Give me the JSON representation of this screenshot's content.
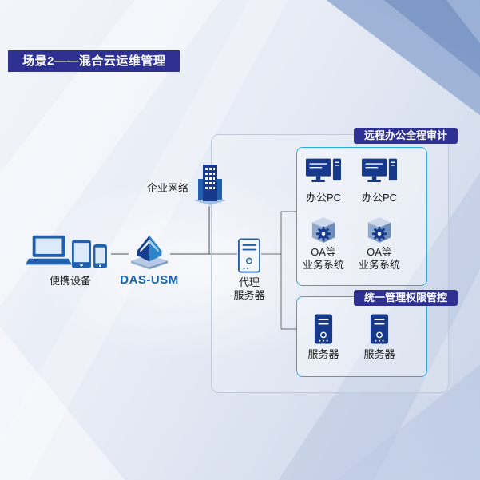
{
  "title": "场景2——混合云运维管理",
  "nodes": {
    "portable_devices": {
      "label": "便携设备",
      "icons": [
        "laptop-icon",
        "tablet-icon",
        "smartphone-icon"
      ]
    },
    "das_usm": {
      "label": "DAS-USM",
      "icon": "das-usm-icon"
    },
    "enterprise_network": {
      "label": "企业网络",
      "icon": "building-icon"
    },
    "proxy_server": {
      "label": "代理\n服务器",
      "icon": "proxy-server-icon"
    }
  },
  "groups": {
    "audit": {
      "tag": "远程办公全程审计",
      "items": [
        {
          "label": "办公PC",
          "icon": "office-pc-icon"
        },
        {
          "label": "办公PC",
          "icon": "office-pc-icon"
        },
        {
          "label": "OA等\n业务系统",
          "icon": "oa-system-icon"
        },
        {
          "label": "OA等\n业务系统",
          "icon": "oa-system-icon"
        }
      ]
    },
    "control": {
      "tag": "统一管理权限管控",
      "items": [
        {
          "label": "服务器",
          "icon": "server-icon"
        },
        {
          "label": "服务器",
          "icon": "server-icon"
        }
      ]
    }
  },
  "colors": {
    "banner_bg": "#2e3192",
    "tag_bg": "#2e3192",
    "group_border": "#29abe2",
    "outer_border": "#c2c9d6",
    "icon_navy": "#16398c",
    "icon_blue": "#2160ae",
    "das_usm_text": "#1464b4",
    "line": "#4d4d4d"
  }
}
